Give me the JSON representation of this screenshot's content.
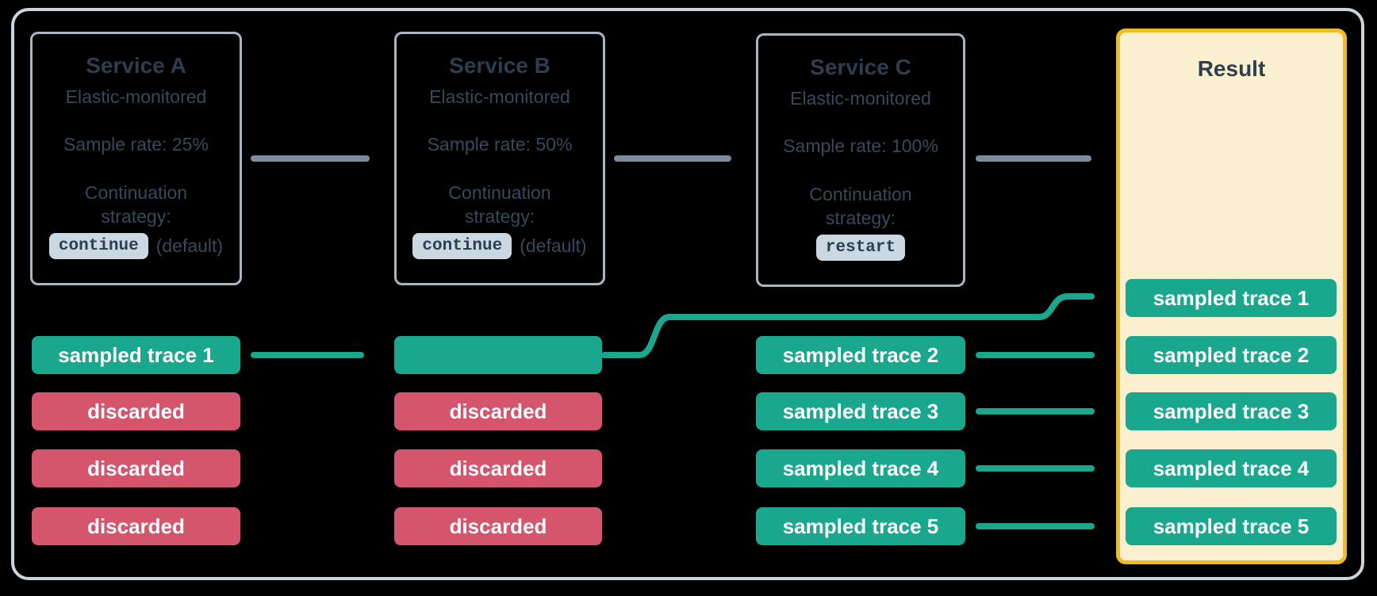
{
  "colors": {
    "sampled": "#19a88e",
    "discarded": "#d4556c",
    "service_arrow": "#7a8b9c",
    "frame_border": "#ccd4dc",
    "box_border": "#a7b6c4",
    "heading_text": "#2d3e50",
    "body_text": "#37495c",
    "chip_bg": "#ccd8e1",
    "result_bg": "#faf0cf",
    "result_border": "#f1bb24",
    "pill_text": "#ffffff"
  },
  "services": [
    {
      "title": "Service A",
      "monitoring": "Elastic-monitored",
      "sample_rate": "Sample rate: 25%",
      "strategy_label": "Continuation strategy:",
      "strategy_value": "continue",
      "strategy_note": "(default)"
    },
    {
      "title": "Service B",
      "monitoring": "Elastic-monitored",
      "sample_rate": "Sample rate: 50%",
      "strategy_label": "Continuation strategy:",
      "strategy_value": "continue",
      "strategy_note": "(default)"
    },
    {
      "title": "Service C",
      "monitoring": "Elastic-monitored",
      "sample_rate": "Sample rate: 100%",
      "strategy_label": "Continuation strategy:",
      "strategy_value": "restart"
    }
  ],
  "columns": {
    "service_a": [
      {
        "label": "sampled trace 1",
        "type": "sampled"
      },
      {
        "label": "discarded",
        "type": "discarded"
      },
      {
        "label": "discarded",
        "type": "discarded"
      },
      {
        "label": "discarded",
        "type": "discarded"
      }
    ],
    "service_b": [
      {
        "label": "",
        "type": "sampled"
      },
      {
        "label": "discarded",
        "type": "discarded"
      },
      {
        "label": "discarded",
        "type": "discarded"
      },
      {
        "label": "discarded",
        "type": "discarded"
      }
    ],
    "service_c": [
      {
        "label": "sampled trace 2",
        "type": "sampled"
      },
      {
        "label": "sampled trace 3",
        "type": "sampled"
      },
      {
        "label": "sampled trace 4",
        "type": "sampled"
      },
      {
        "label": "sampled trace 5",
        "type": "sampled"
      }
    ]
  },
  "result": {
    "title": "Result",
    "rows": [
      "sampled trace 1",
      "sampled trace 2",
      "sampled trace 3",
      "sampled trace 4",
      "sampled trace 5"
    ]
  }
}
